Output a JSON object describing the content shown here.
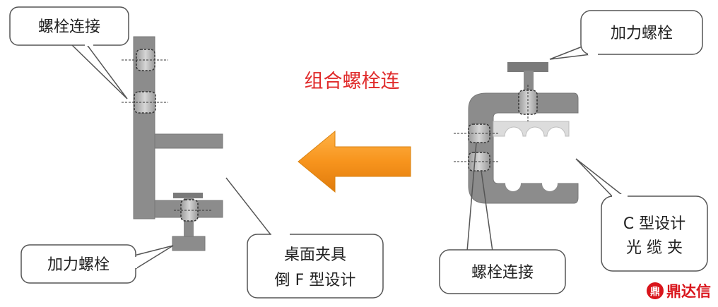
{
  "title": "组合螺栓连",
  "left_clamp": {
    "bolt_connection_label": "螺栓连接",
    "force_bolt_label": "加力螺栓",
    "design_line1": "桌面夹具",
    "design_line2": "倒 F 型设计"
  },
  "right_clamp": {
    "force_bolt_label": "加力螺栓",
    "bolt_connection_label": "螺栓连接",
    "design_line1": "C 型设计",
    "design_line2": "光  缆  夹"
  },
  "logo": {
    "text": "鼎达信",
    "mark": "鼎"
  },
  "colors": {
    "metal": "#8c8c8c",
    "metal_dark": "#6e6e6e",
    "arrow": "#f7941d",
    "title": "#e02b2b",
    "logo": "#d9141b",
    "callout_stroke": "#555555"
  }
}
